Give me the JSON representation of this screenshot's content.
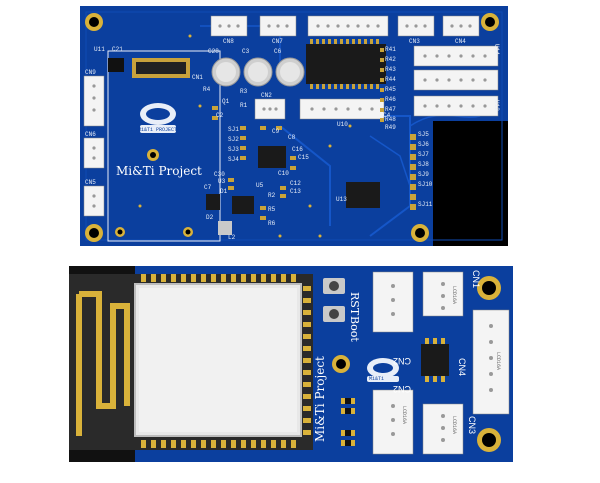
{
  "top_board": {
    "brand": "Mi&Ti Project",
    "logo_text": "Mi&Ti PROJECT",
    "connector_labels": [
      "CN8",
      "CN7",
      "CN3",
      "CN4",
      "CN2",
      "CN9",
      "CN6",
      "CN5",
      "CN1"
    ],
    "chip_labels": [
      "U11",
      "U10",
      "U13",
      "U14",
      "U12"
    ],
    "component_labels": [
      "C21",
      "C28",
      "C3",
      "C6",
      "R4",
      "R3",
      "R1",
      "Q1",
      "C2",
      "C4",
      "C9",
      "C8",
      "C7",
      "C30",
      "C12",
      "C13",
      "C15",
      "C16",
      "C10",
      "D2",
      "D1",
      "L2",
      "R6",
      "R5",
      "R2",
      "U3",
      "U5"
    ],
    "jumper_labels": [
      "SJ1",
      "SJ2",
      "SJ3",
      "SJ4",
      "SJ5",
      "SJ6",
      "SJ7",
      "SJ8",
      "SJ9",
      "SJ10",
      "SJ11"
    ],
    "resistor_labels": [
      "R41",
      "R42",
      "R43",
      "R44",
      "R45",
      "R46",
      "R47",
      "R48",
      "R49"
    ]
  },
  "bottom_board": {
    "brand": "Mi&Ti Project",
    "logo_text": "Mi&Ti",
    "button_labels": [
      "RST",
      "Boot"
    ],
    "connector_labels": [
      "CN1",
      "CN2",
      "CN2",
      "CN3",
      "CN4"
    ],
    "connector_pin_text": [
      "LCD16A",
      "LCD16A",
      "LCD16A",
      "LCD16A"
    ]
  }
}
